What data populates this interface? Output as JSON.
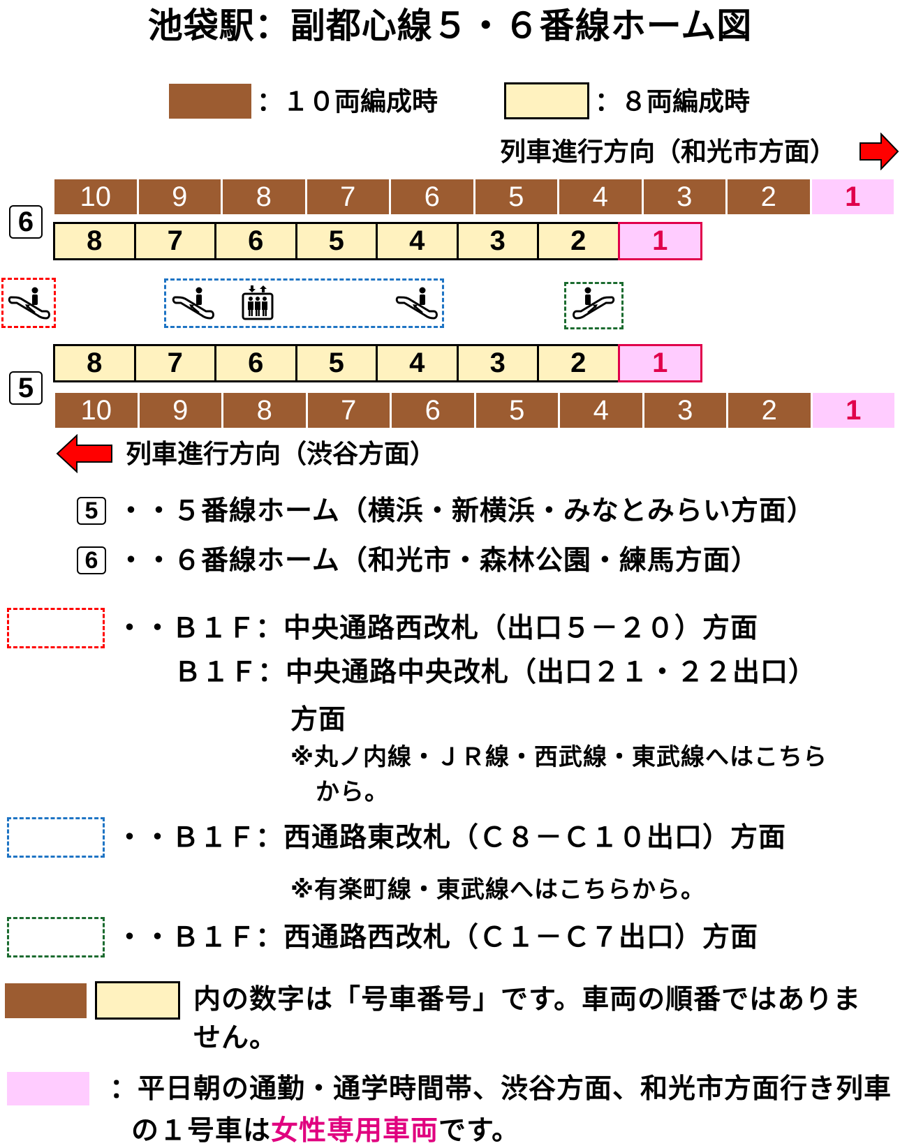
{
  "title": "池袋駅：副都心線５・６番線ホーム図",
  "legend": {
    "ten_car_label": "：１０両編成時",
    "eight_car_label": "：８両編成時",
    "colors": {
      "ten_car": "#9C5C31",
      "eight_car": "#FFF2BF",
      "women_only": "#FFCCFF"
    }
  },
  "direction_top": "列車進行方向（和光市方面）",
  "direction_bottom": "列車進行方向（渋谷方面）",
  "platform6": {
    "badge": "6",
    "ten_car": [
      "10",
      "9",
      "8",
      "7",
      "6",
      "5",
      "4",
      "3",
      "2",
      "1"
    ],
    "eight_car": [
      "8",
      "7",
      "6",
      "5",
      "4",
      "3",
      "2",
      "1"
    ]
  },
  "platform5": {
    "badge": "5",
    "eight_car": [
      "8",
      "7",
      "6",
      "5",
      "4",
      "3",
      "2",
      "1"
    ],
    "ten_car": [
      "10",
      "9",
      "8",
      "7",
      "6",
      "5",
      "4",
      "3",
      "2",
      "1"
    ]
  },
  "facilities": {
    "red_group": [
      "escalator"
    ],
    "blue_group": [
      "escalator",
      "elevator",
      "escalator"
    ],
    "green_group": [
      "escalator"
    ],
    "colors": {
      "red": "#FF0000",
      "blue": "#1E74C4",
      "green": "#1B6B2F"
    }
  },
  "line_notes": [
    {
      "badge": "5",
      "text": "・・５番線ホーム（横浜・新横浜・みなとみらい方面）"
    },
    {
      "badge": "6",
      "text": "・・６番線ホーム（和光市・森林公園・練馬方面）"
    }
  ],
  "exits": {
    "red": {
      "line1": "・・Ｂ１Ｆ：中央通路西改札（出口５－２０）方面",
      "line2": "Ｂ１Ｆ：中央通路中央改札（出口２１・２２出口）",
      "line3": "方面",
      "note1": "※丸ノ内線・ＪＲ線・西武線・東武線へはこちら",
      "note2": "から。"
    },
    "blue": {
      "line1": "・・Ｂ１Ｆ：西通路東改札（Ｃ８－Ｃ１０出口）方面",
      "note1": "※有楽町線・東武線へはこちらから。"
    },
    "green": {
      "line1": "・・Ｂ１Ｆ：西通路西改札（Ｃ１－Ｃ７出口）方面"
    }
  },
  "footnotes": {
    "car_number_line1": "内の数字は「号車番号」です。車両の順番ではありま",
    "car_number_line2": "せん。",
    "women_line1": "：平日朝の通勤・通学時間帯、渋谷方面、和光市方面行き列車",
    "women_line2_pre": "の１号車は",
    "women_line2_highlight": "女性専用車両",
    "women_line2_post": "です。"
  }
}
